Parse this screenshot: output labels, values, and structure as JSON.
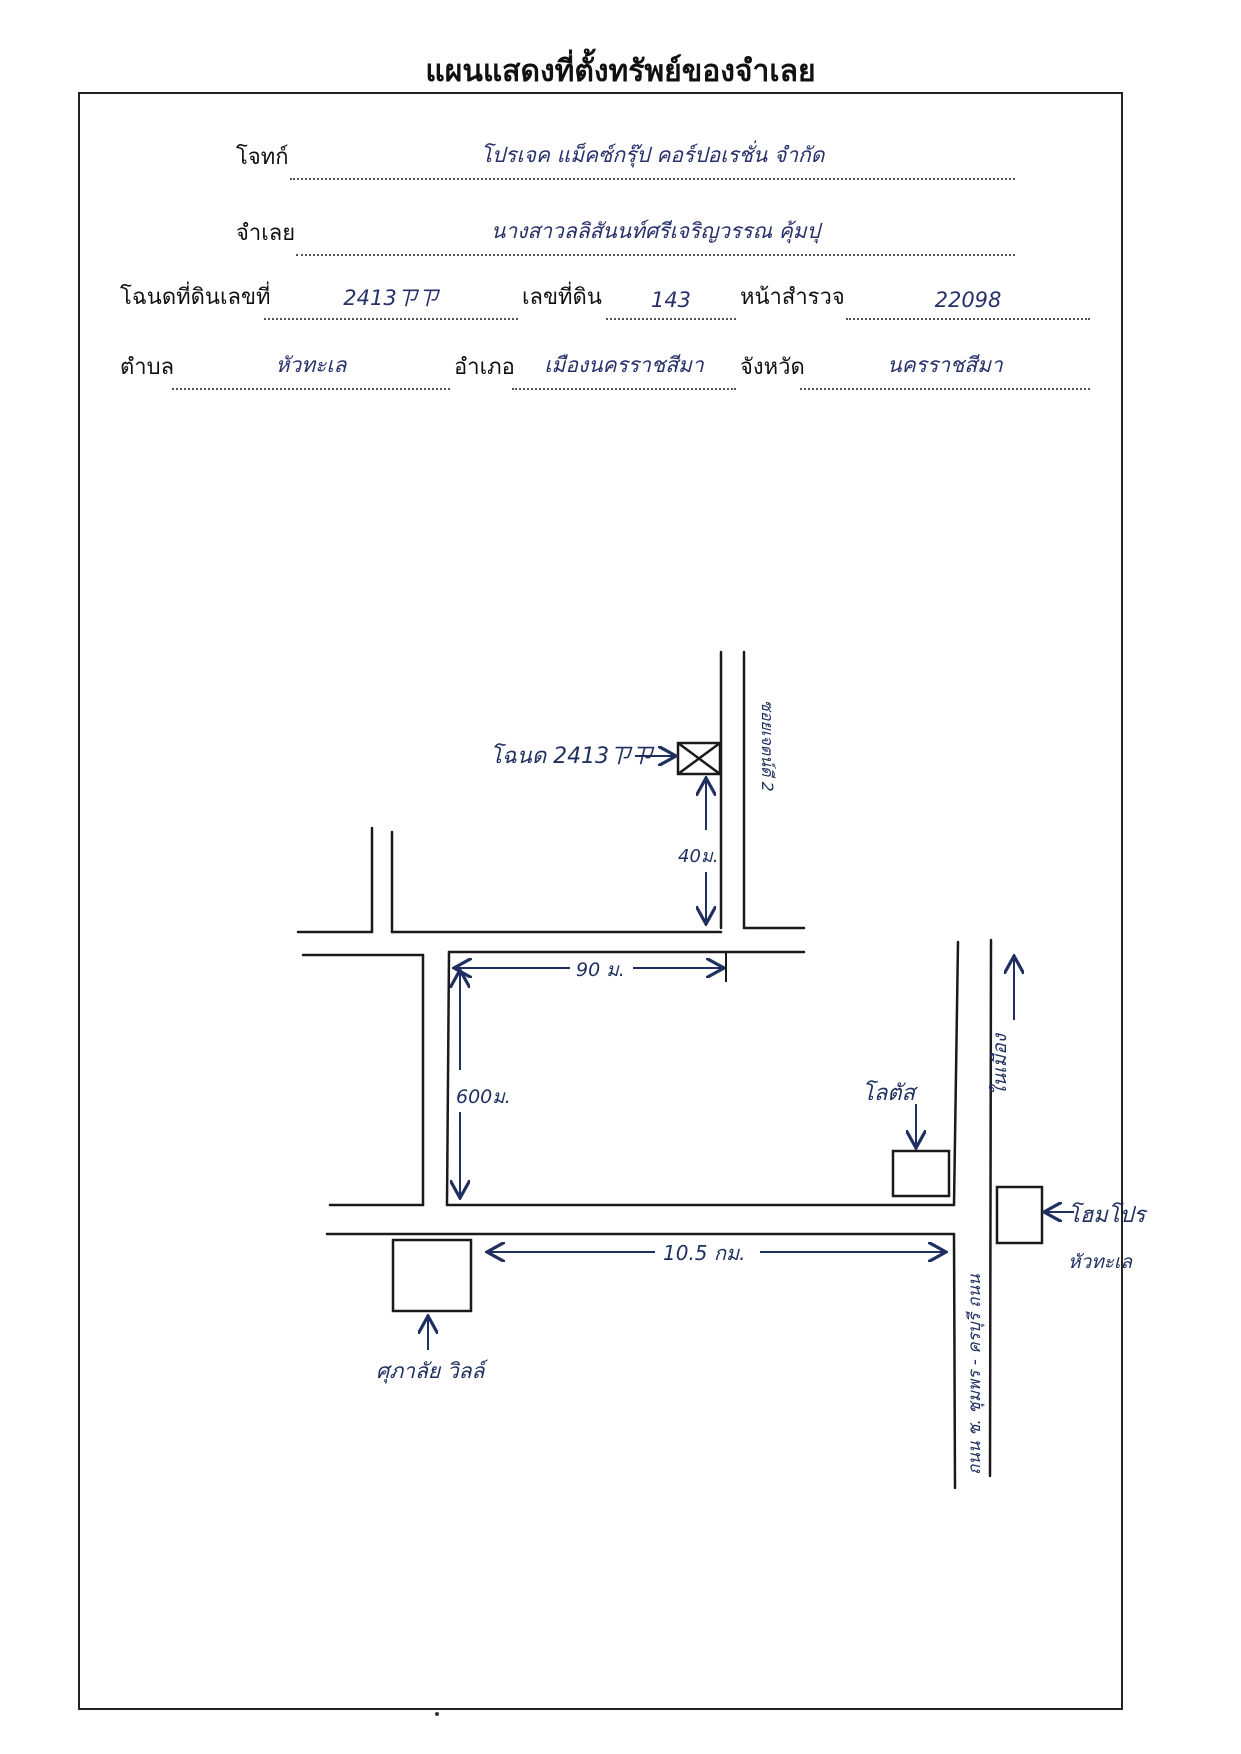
{
  "title": "แผนแสดงที่ตั้งทรัพย์ของจำเลย",
  "form": {
    "plaintiff_label": "โจทก์",
    "plaintiff_value": "โปรเจค แม็คซ์กรุ๊ป คอร์ปอเรชั่น จำกัด",
    "defendant_label": "จำเลย",
    "defendant_value": "นางสาวลลิสันนท์ศรีเจริญวรรณ คุ้มปุ",
    "deed_label": "โฉนดที่ดินเลขที่",
    "deed_value": "2413ㄗㄗ",
    "land_no_label": "เลขที่ดิน",
    "land_no_value": "143",
    "survey_label": "หน้าสำรวจ",
    "survey_value": "22098",
    "subdistrict_label": "ตำบล",
    "subdistrict_value": "หัวทะเล",
    "district_label": "อำเภอ",
    "district_value": "เมืองนครราชสีมา",
    "province_label": "จังหวัด",
    "province_value": "นครราชสีมา"
  },
  "map": {
    "deed_marker_label": "โฉนด 2413ㄗㄗ",
    "road_name_vertical": "ซอยเจตน์ดี 2",
    "dist_40": "40ม.",
    "dist_90": "90 ม.",
    "dist_600": "600ม.",
    "dist_105": "10.5 กม.",
    "lotus_label": "โลตัส",
    "homepro_label": "โฮมโปร",
    "huathale_label": "หัวทะเล",
    "suranaree_label": "ศุภาลัย วิลล์",
    "to_city_label": "ในเมือง",
    "highway_label": "ถนน ช. ชุมพร - ครบุรี ถนน"
  }
}
